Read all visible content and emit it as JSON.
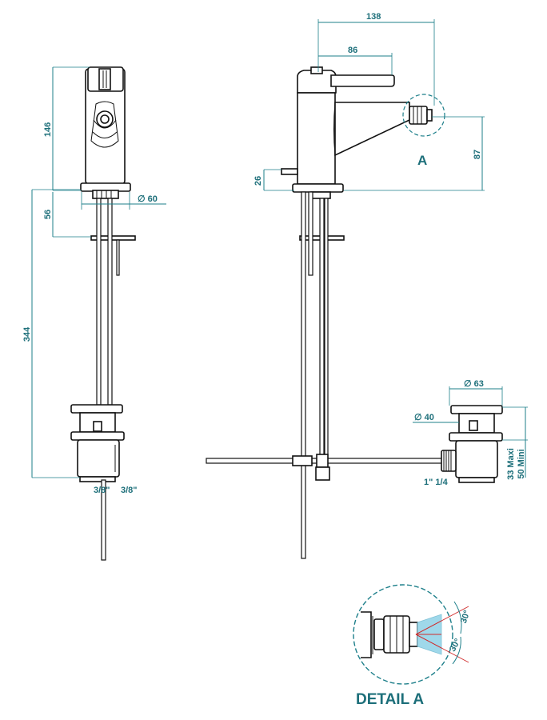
{
  "dimensions": {
    "front_height": "146",
    "base_diameter": "∅ 60",
    "pipe_offset": "56",
    "total_depth": "344",
    "front_conn_left": "3/8\"",
    "front_conn_right": "3/8\"",
    "side_width": "138",
    "lever_length": "86",
    "base_height": "26",
    "spout_height": "87",
    "waste_outer": "∅ 63",
    "waste_inner": "∅ 40",
    "waste_max": "33 Maxi",
    "waste_min": "50 Mini",
    "waste_thread": "1\" 1/4",
    "detail_angle_1": "30°",
    "detail_angle_2": "30°"
  },
  "labels": {
    "callout": "A",
    "detail_title": "DETAIL A"
  },
  "colors": {
    "dimension": "#1d7f8a",
    "outline": "#111111",
    "detail_fill": "#9fd8ea",
    "rays": "#d02a2a"
  }
}
